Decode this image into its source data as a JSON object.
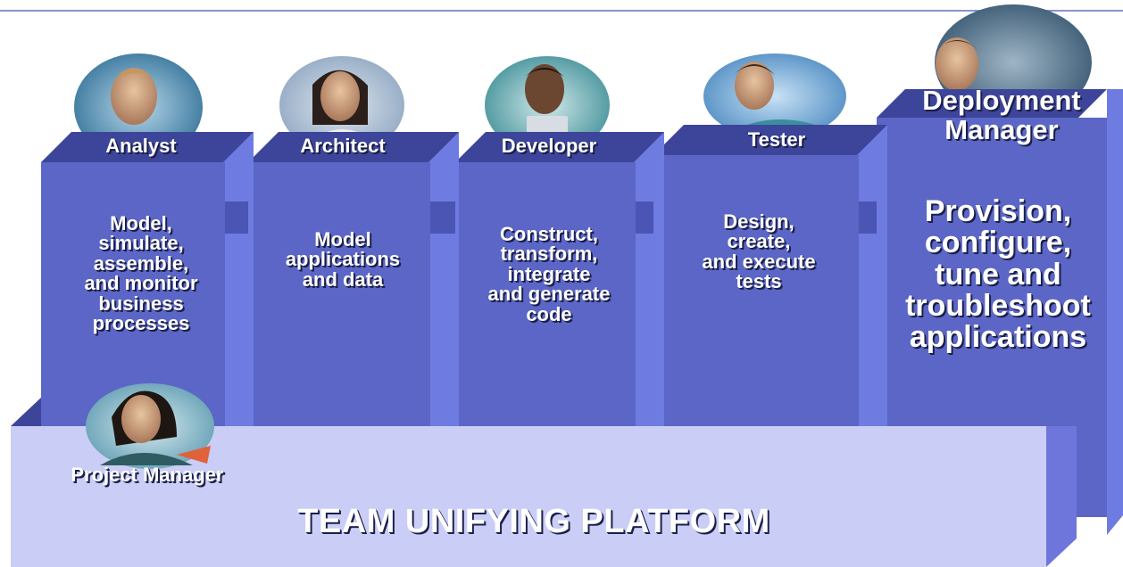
{
  "roles": [
    {
      "title": "Analyst",
      "description": "Model,\nsimulate,\nassemble,\nand monitor\nbusiness\nprocesses",
      "portrait_icon": "analyst-portrait-icon"
    },
    {
      "title": "Architect",
      "description": "Model\napplications\nand data",
      "portrait_icon": "architect-portrait-icon"
    },
    {
      "title": "Developer",
      "description": "Construct,\ntransform,\nintegrate\nand generate\ncode",
      "portrait_icon": "developer-portrait-icon"
    },
    {
      "title": "Tester",
      "description": "Design,\ncreate,\nand execute\ntests",
      "portrait_icon": "tester-portrait-icon"
    },
    {
      "title": "Deployment\nManager",
      "description": "Provision,\nconfigure,\ntune and\ntroubleshoot\napplications",
      "portrait_icon": "deployment-manager-portrait-icon"
    }
  ],
  "project_manager": {
    "label": "Project Manager",
    "portrait_icon": "project-manager-portrait-icon"
  },
  "platform": {
    "label": "TEAM UNIFYING PLATFORM"
  },
  "colors": {
    "pillar_front": "#5b66c6",
    "pillar_top": "#3c4599",
    "pillar_side": "#6e7be0",
    "platform_front": "#cacdf5",
    "platform_side": "#6e76dc",
    "text": "#ffffff",
    "text_shadow": "#1a1f4a"
  }
}
